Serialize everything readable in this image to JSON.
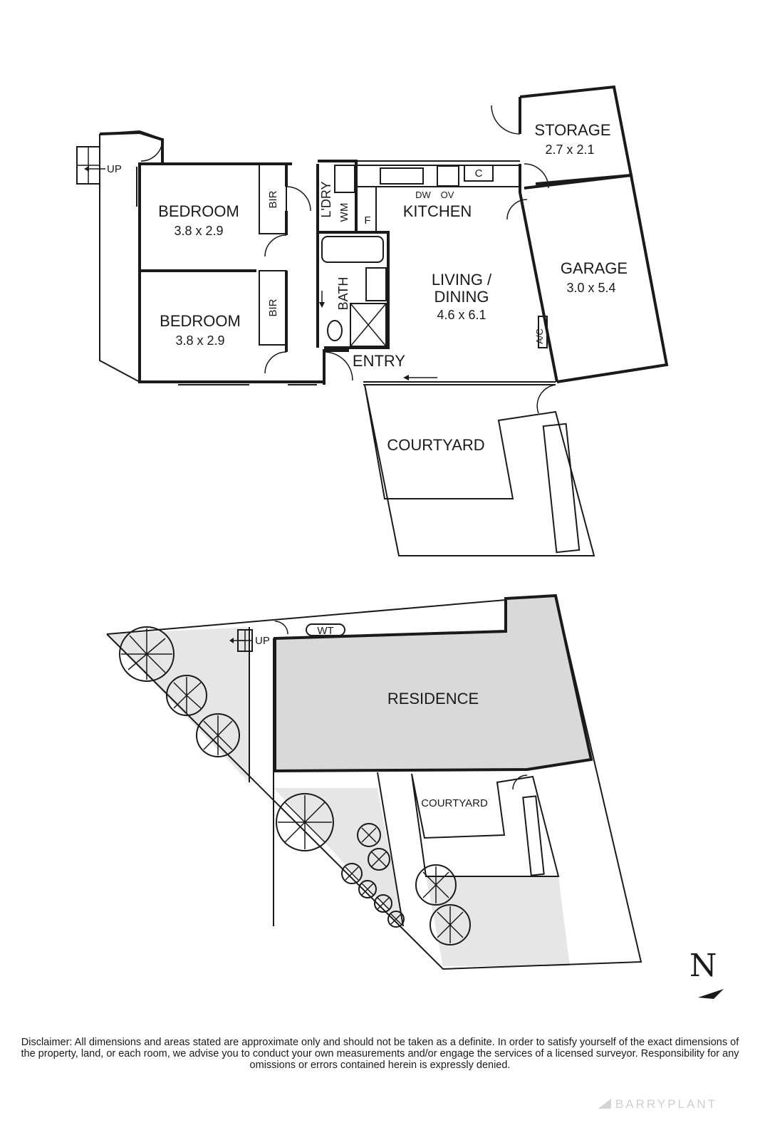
{
  "floor_plan": {
    "rooms": {
      "bedroom1": {
        "name": "BEDROOM",
        "size": "3.8 x 2.9"
      },
      "bedroom2": {
        "name": "BEDROOM",
        "size": "3.8 x 2.9"
      },
      "bir1": "BIR",
      "bir2": "BIR",
      "laundry": "L'DRY",
      "wm": "WM",
      "fridge": "F",
      "kitchen": "KITCHEN",
      "dw": "DW",
      "ov": "OV",
      "cupboard": "C",
      "storage": {
        "name": "STORAGE",
        "size": "2.7 x 2.1"
      },
      "garage": {
        "name": "GARAGE",
        "size": "3.0 x 5.4"
      },
      "living": {
        "name_line1": "LIVING /",
        "name_line2": "DINING",
        "size": "4.6 x 6.1"
      },
      "bath": "BATH",
      "ac": "A/C",
      "entry": "ENTRY",
      "courtyard": "COURTYARD",
      "up": "UP"
    }
  },
  "site_plan": {
    "residence": "RESIDENCE",
    "courtyard": "COURTYARD",
    "wt": "WT",
    "up": "UP"
  },
  "north": "N",
  "disclaimer": "Disclaimer: All dimensions and areas stated are approximate only and should not be taken as a definite. In order to satisfy yourself of the exact dimensions of the property, land, or each room, we advise you to conduct your own measurements and/or engage the services of a licensed surveyor. Responsibility for any omissions or errors contained herein is expressly denied.",
  "brand": "BARRYPLANT",
  "colors": {
    "ink": "#1a1a1a",
    "shade": "#e6e6e6",
    "residence": "#d9d9d9",
    "brand": "#cfcfcf"
  }
}
